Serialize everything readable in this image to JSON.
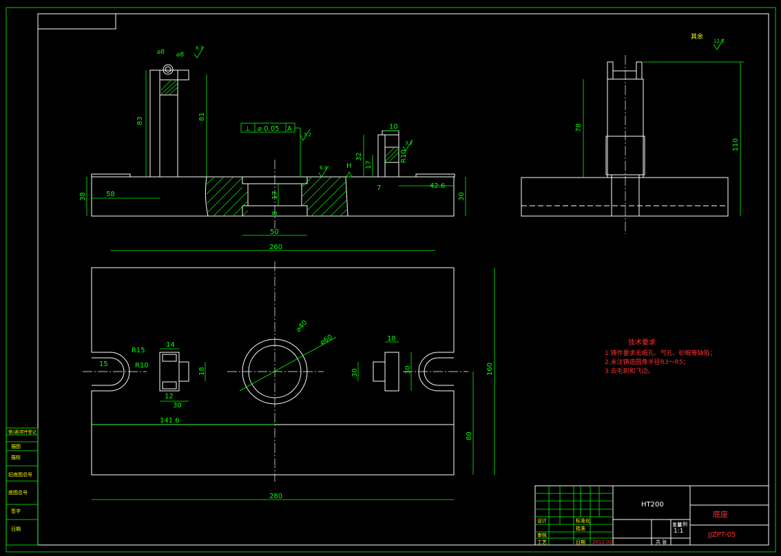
{
  "front_view": {
    "dims": {
      "d83": "83",
      "d81": "81",
      "d38": "38",
      "d58": "58",
      "d17": "17",
      "d8": "8",
      "d50": "50",
      "d10": "10",
      "d32": "32",
      "d17b": "17",
      "d7": "7",
      "d426": "42.6",
      "d30": "30",
      "r10": "R10",
      "h": "H"
    },
    "tolerance": {
      "symbol": "⊥",
      "value": "⌀ 0.05",
      "datum": "A"
    },
    "roughness": [
      "6.3",
      "3.2",
      "6.3",
      "3.2"
    ],
    "diam_labels": [
      "⌀8",
      "⌀8"
    ]
  },
  "side_view": {
    "dims": {
      "d78": "78",
      "d110": "110"
    },
    "rest_label": "其余",
    "rest_roughness": "12.5"
  },
  "top_view": {
    "dims": {
      "d260": "260",
      "d280": "280",
      "d160": "160",
      "d80": "80",
      "d1416": "141.6",
      "d15": "15",
      "d14": "14",
      "d12": "12",
      "d30a": "30",
      "d18": "18",
      "d18b": "18",
      "d30b": "30",
      "d30c": "30",
      "r10": "R10",
      "r15": "R15",
      "phi40": "⌀40",
      "phi60": "⌀60"
    }
  },
  "tech_requirements": {
    "title": "技术要求",
    "items": [
      "1.铸件要求无缩孔、气孔、砂眼等缺陷；",
      "2.未注铸造圆角半径R3～R5；",
      "3.去毛刺和飞边。"
    ]
  },
  "title_block": {
    "material": "HT200",
    "part_name": "底座",
    "drawing_no": "JJZPT-05",
    "scale_label": "比例",
    "scale": "1:1",
    "weight_label": "重量",
    "sheet_label": "共 张",
    "cells": [
      "设计",
      "审核",
      "工艺",
      "标准化",
      "批准",
      "日期"
    ],
    "date": "2012.02"
  },
  "side_table": {
    "rows": [
      "借(通)用件登记",
      "描图",
      "描校",
      "旧底图总号",
      "底图总号",
      "签字",
      "日期"
    ]
  }
}
